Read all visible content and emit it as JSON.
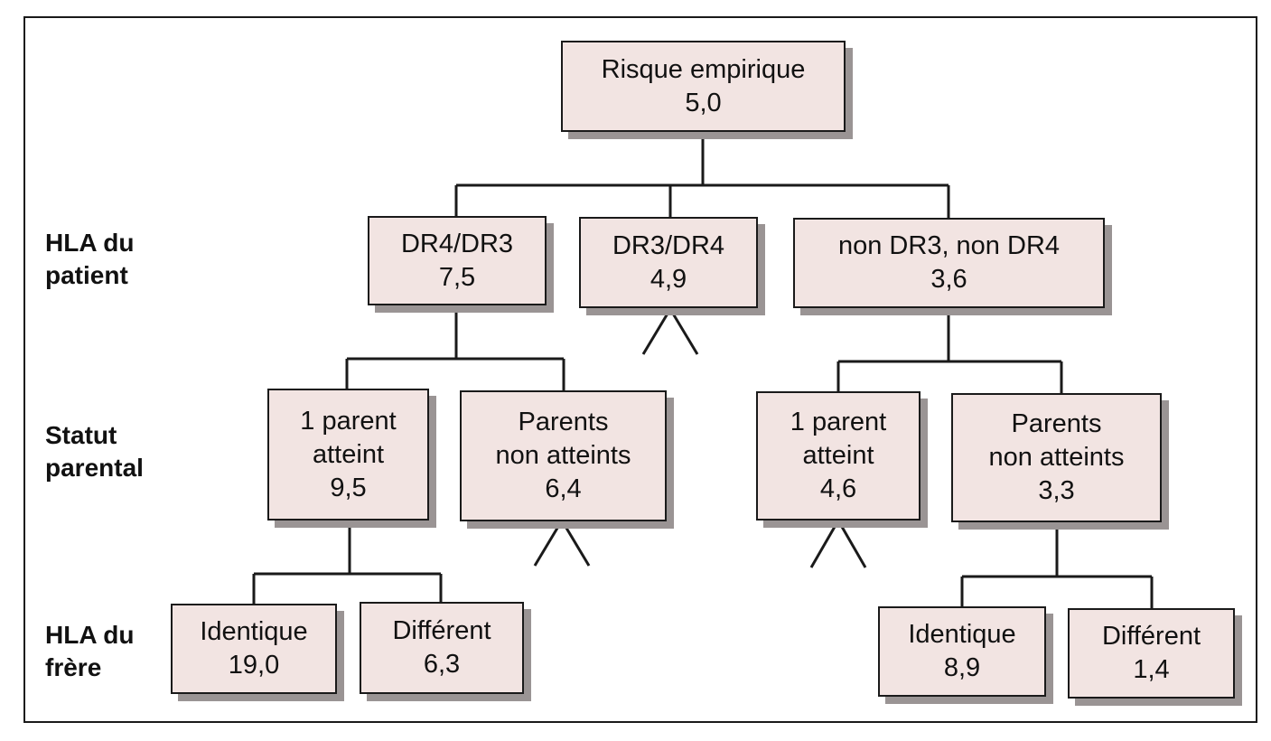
{
  "row_labels": {
    "hla_patient": [
      "HLA du",
      "patient"
    ],
    "statut_parental": [
      "Statut",
      "parental"
    ],
    "hla_frere": [
      "HLA du",
      "frère"
    ]
  },
  "nodes": {
    "root": {
      "lines": [
        "Risque empirique",
        "5,0"
      ]
    },
    "dr4dr3": {
      "lines": [
        "DR4/DR3",
        "7,5"
      ]
    },
    "dr3dr4": {
      "lines": [
        "DR3/DR4",
        "4,9"
      ]
    },
    "non_dr": {
      "lines": [
        "non DR3, non DR4",
        "3,6"
      ]
    },
    "a_parent_atteint": {
      "lines": [
        "1 parent",
        "atteint",
        "9,5"
      ]
    },
    "a_parents_non": {
      "lines": [
        "Parents",
        "non atteints",
        "6,4"
      ]
    },
    "b_parent_atteint": {
      "lines": [
        "1 parent",
        "atteint",
        "4,6"
      ]
    },
    "b_parents_non": {
      "lines": [
        "Parents",
        "non atteints",
        "3,3"
      ]
    },
    "a_identique": {
      "lines": [
        "Identique",
        "19,0"
      ]
    },
    "a_different": {
      "lines": [
        "Différent",
        "6,3"
      ]
    },
    "b_identique": {
      "lines": [
        "Identique",
        "8,9"
      ]
    },
    "b_different": {
      "lines": [
        "Différent",
        "1,4"
      ]
    }
  },
  "colors": {
    "box_fill": "#f2e4e2",
    "shadow": "#9a9494",
    "line": "#1a1a1a"
  }
}
